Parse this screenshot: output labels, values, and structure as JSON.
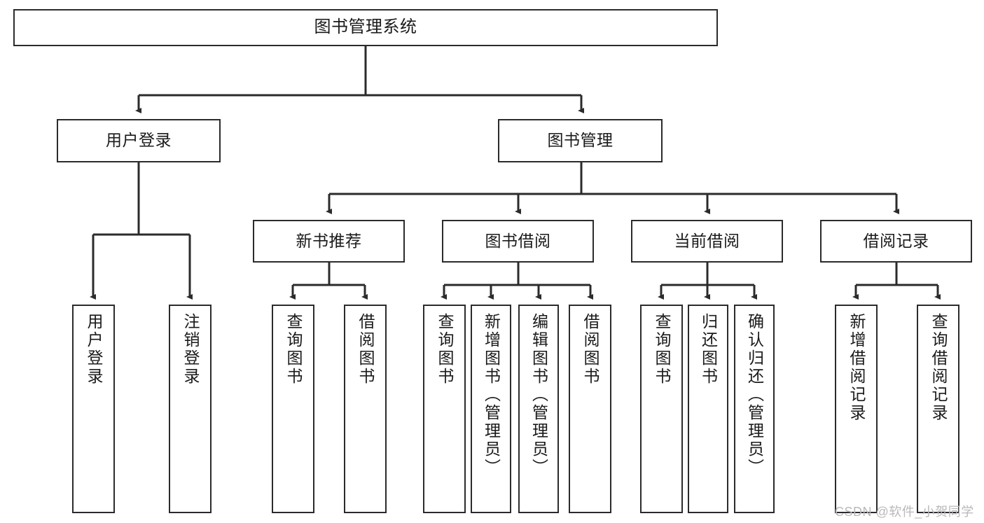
{
  "diagram": {
    "title": "图书管理系统",
    "type": "hierarchy-tree",
    "root": {
      "id": "root",
      "label": "图书管理系统"
    },
    "level2": [
      {
        "id": "user-login",
        "label": "用户登录"
      },
      {
        "id": "book-manage",
        "label": "图书管理"
      }
    ],
    "level3": [
      {
        "id": "new-book-recommend",
        "label": "新书推荐",
        "parent": "book-manage"
      },
      {
        "id": "book-borrow",
        "label": "图书借阅",
        "parent": "book-manage"
      },
      {
        "id": "current-borrow",
        "label": "当前借阅",
        "parent": "book-manage"
      },
      {
        "id": "borrow-record",
        "label": "借阅记录",
        "parent": "book-manage"
      }
    ],
    "leaves": [
      {
        "id": "leaf-user-login",
        "label": "用户登录",
        "parent": "user-login"
      },
      {
        "id": "leaf-user-logout",
        "label": "注销登录",
        "parent": "user-login"
      },
      {
        "id": "leaf-query-book-1",
        "label": "查询图书",
        "parent": "new-book-recommend"
      },
      {
        "id": "leaf-borrow-book-1",
        "label": "借阅图书",
        "parent": "new-book-recommend"
      },
      {
        "id": "leaf-query-book-2",
        "label": "查询图书",
        "parent": "book-borrow"
      },
      {
        "id": "leaf-add-book",
        "label": "新增图书（管理员）",
        "parent": "book-borrow"
      },
      {
        "id": "leaf-edit-book",
        "label": "编辑图书（管理员）",
        "parent": "book-borrow"
      },
      {
        "id": "leaf-borrow-book-2",
        "label": "借阅图书",
        "parent": "book-borrow"
      },
      {
        "id": "leaf-query-book-3",
        "label": "查询图书",
        "parent": "current-borrow"
      },
      {
        "id": "leaf-return-book",
        "label": "归还图书",
        "parent": "current-borrow"
      },
      {
        "id": "leaf-confirm-return",
        "label": "确认归还（管理员）",
        "parent": "current-borrow"
      },
      {
        "id": "leaf-add-record",
        "label": "新增借阅记录",
        "parent": "borrow-record"
      },
      {
        "id": "leaf-query-record",
        "label": "查询借阅记录",
        "parent": "borrow-record"
      }
    ],
    "watermark": "CSDN @软件_小贺同学",
    "colors": {
      "stroke": "#2b2b2b",
      "fill": "#ffffff",
      "text": "#1a1a1a",
      "watermark": "#b9b9b9"
    }
  }
}
